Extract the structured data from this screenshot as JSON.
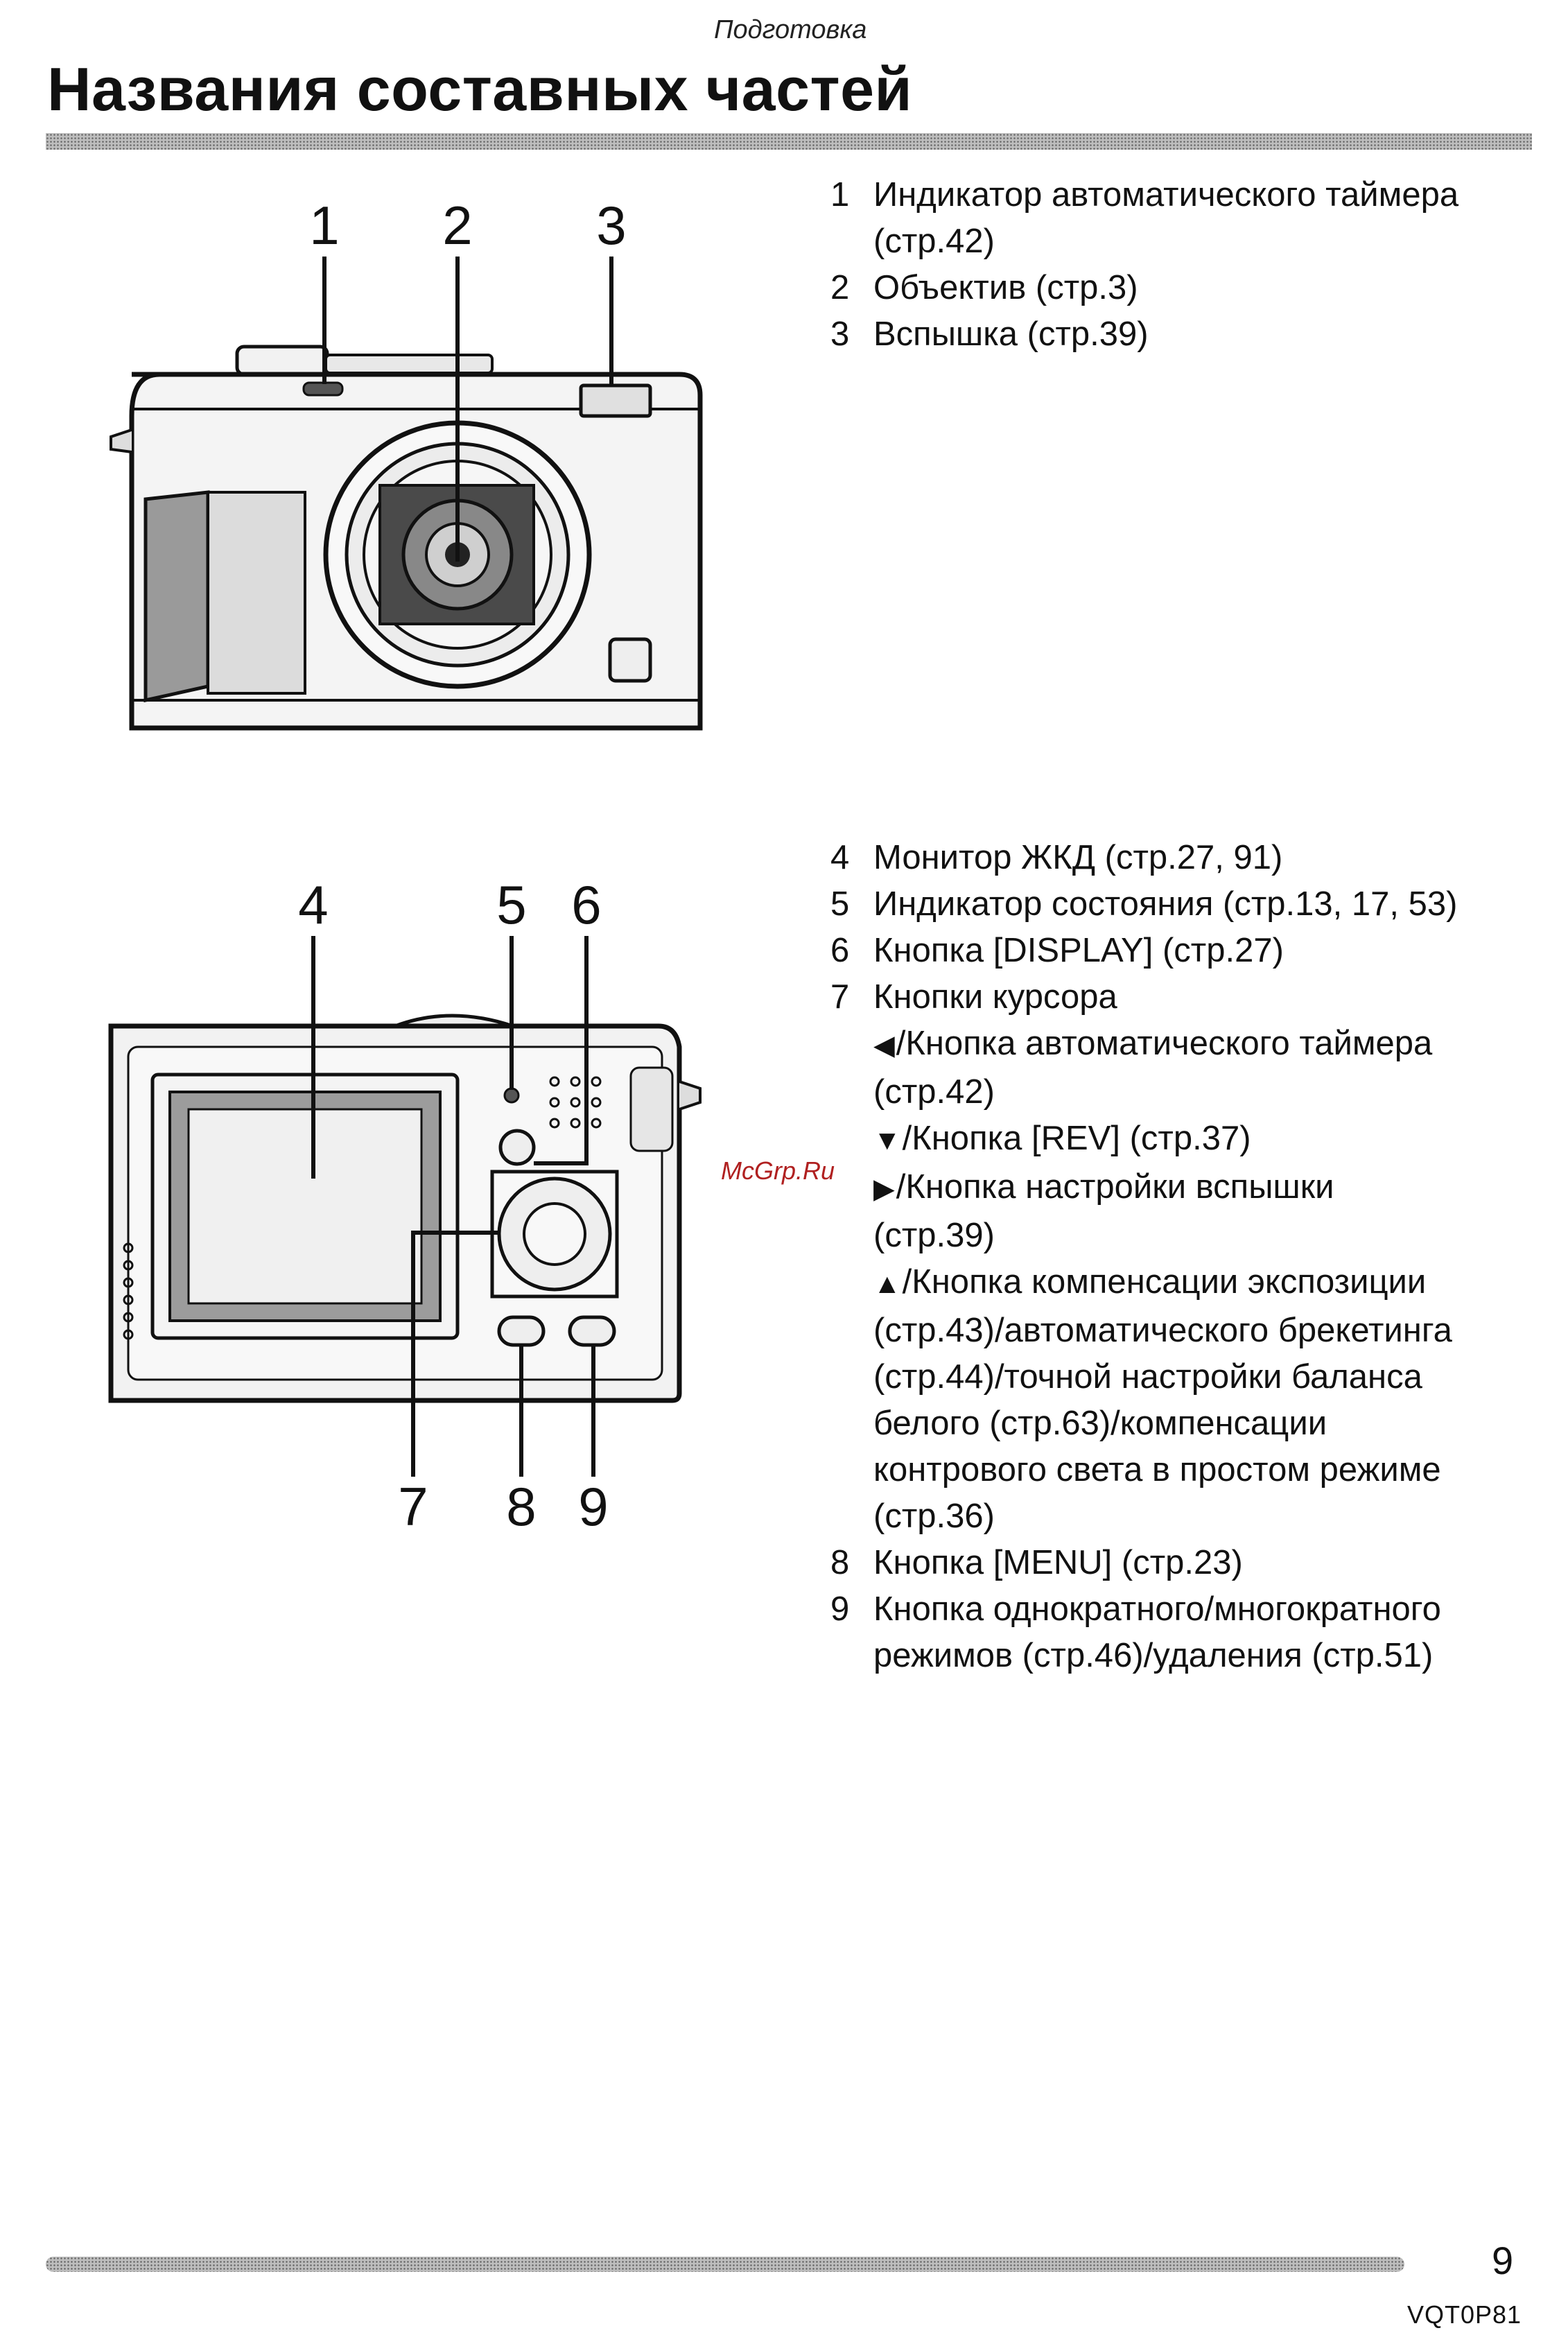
{
  "header": {
    "section": "Подготовка",
    "title": "Названия составных частей"
  },
  "front_diagram": {
    "callouts": [
      "1",
      "2",
      "3"
    ]
  },
  "back_diagram": {
    "callouts": [
      "4",
      "5",
      "6",
      "7",
      "8",
      "9"
    ]
  },
  "front_items": [
    {
      "num": "1",
      "lines": [
        "Индикатор автоматического таймера",
        "(стр.42)"
      ]
    },
    {
      "num": "2",
      "lines": [
        "Объектив (стр.3)"
      ]
    },
    {
      "num": "3",
      "lines": [
        "Вспышка (стр.39)"
      ]
    }
  ],
  "back_items": {
    "i4": {
      "num": "4",
      "line": "Монитор ЖКД (стр.27, 91)"
    },
    "i5": {
      "num": "5",
      "line": "Индикатор состояния (стр.13, 17, 53)"
    },
    "i6": {
      "num": "6",
      "line": "Кнопка [DISPLAY] (стр.27)"
    },
    "i7": {
      "num": "7",
      "line": "Кнопки курсора",
      "left": {
        "arrow": "◀",
        "lines": [
          "/Кнопка автоматического таймера",
          "(стр.42)"
        ]
      },
      "down": {
        "arrow": "▼",
        "lines": [
          "/Кнопка [REV] (стр.37)"
        ]
      },
      "right": {
        "arrow": "▶",
        "lines": [
          "/Кнопка настройки вспышки",
          "(стр.39)"
        ]
      },
      "up": {
        "arrow": "▲",
        "lines": [
          "/Кнопка компенсации экспозиции",
          "(стр.43)/автоматического брекетинга",
          "(стр.44)/точной настройки баланса",
          "белого (стр.63)/компенсации",
          "контрового света в простом режиме",
          "(стр.36)"
        ]
      }
    },
    "i8": {
      "num": "8",
      "line": "Кнопка [MENU] (стр.23)"
    },
    "i9": {
      "num": "9",
      "lines": [
        "Кнопка однократного/многократного",
        "режимов (стр.46)/удаления (стр.51)"
      ]
    }
  },
  "watermark": "McGrp.Ru",
  "footer": {
    "page_number": "9",
    "model_code": "VQT0P81"
  }
}
